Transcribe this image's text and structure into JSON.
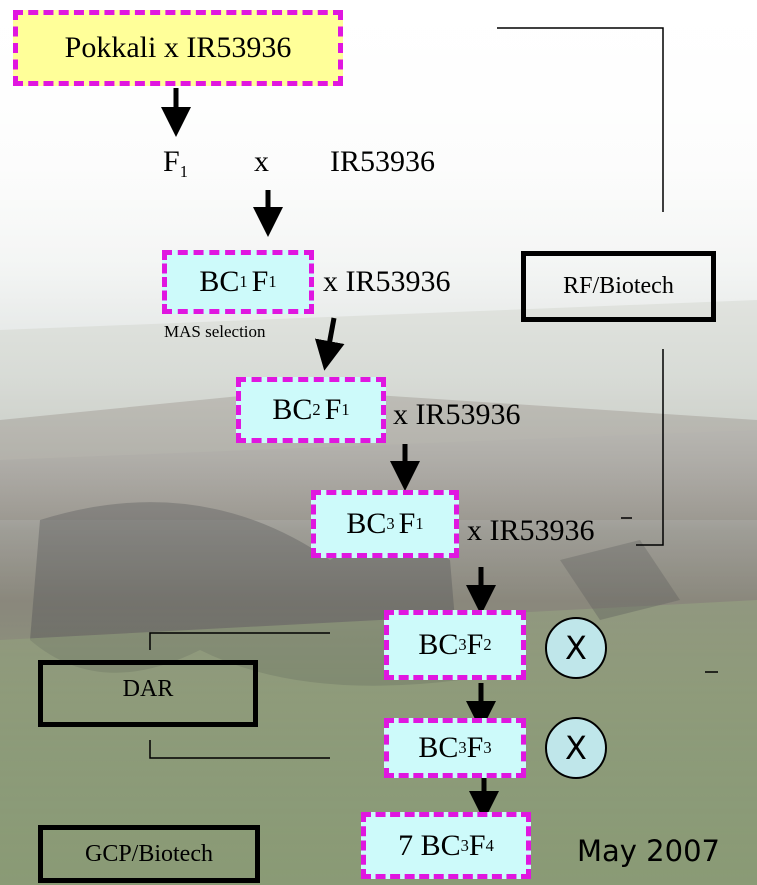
{
  "cross": {
    "label": "Pokkali x IR53936"
  },
  "f1_row": {
    "generation": "F",
    "generation_sub": "1",
    "x": "x",
    "parent": "IR53936"
  },
  "bc1": {
    "main": "BC",
    "sub1": "1",
    "f": "F",
    "sub2": "1",
    "cross_label": "x  IR53936",
    "note": "MAS selection"
  },
  "bc2": {
    "main": "BC",
    "sub1": "2",
    "f": "F",
    "sub2": "1",
    "cross_label": "x  IR53936"
  },
  "bc3f1": {
    "main": "BC",
    "sub1": "3",
    "f": "F",
    "sub2": "1",
    "cross_label": "x  IR53936"
  },
  "bc3f2": {
    "main": "BC",
    "sub1": "3",
    "f": "F",
    "sub2": "2",
    "self_mark": "X"
  },
  "bc3f3": {
    "main": "BC",
    "sub1": "3",
    "f": "F",
    "sub2": "3",
    "self_mark": "X"
  },
  "bc3f4": {
    "prefix": "7 ",
    "main": "BC",
    "sub1": "3",
    "f": "F",
    "sub2": "4"
  },
  "partners": {
    "rf_biotech": "RF/Biotech",
    "dar": "DAR",
    "gcp_biotech": "GCP/Biotech"
  },
  "footer": {
    "date": "May 2007"
  },
  "colors": {
    "dash_border": "#e016e0",
    "box_fill": "#cdfafa",
    "start_fill": "#ffff99",
    "circle_fill": "#bfe6ea"
  }
}
